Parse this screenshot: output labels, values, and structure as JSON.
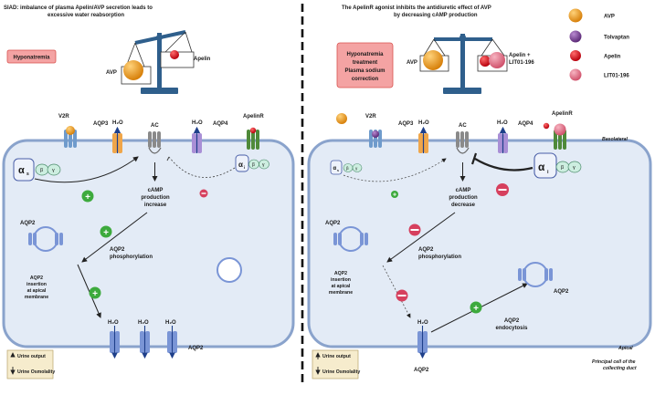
{
  "left": {
    "title_line1": "SIAD: imbalance of plasma Apelin/AVP secretion leads to",
    "title_line2": "excessive water reabsorption",
    "condition": "Hyponatremia",
    "scale_left": "AVP",
    "scale_right": "Apelin",
    "receptor_v2r": "V2R",
    "channel_aqp3": "AQP3",
    "enzyme_ac": "AC",
    "channel_aqp4": "AQP4",
    "receptor_apelinr": "ApelinR",
    "water": "H₂O",
    "alpha_s": "α",
    "alpha_s_sub": "s",
    "alpha_i": "α",
    "alpha_i_sub": "i",
    "beta": "β",
    "gamma": "γ",
    "camp_line1": "cAMP",
    "camp_line2": "production",
    "camp_line3": "increase",
    "phos_line1": "AQP2",
    "phos_line2": "phosphorylation",
    "vesicle_aqp2": "AQP2",
    "insert_line1": "AQP2",
    "insert_line2": "insertion",
    "insert_line3": "at apical",
    "insert_line4": "membrane",
    "apical_aqp2": "AQP2",
    "urine_output": "Urine output",
    "urine_osmolality": "Urine Osmolality"
  },
  "right": {
    "title_line1": "The  ApelinR agonist  inhibits the antidiuretic effect of AVP",
    "title_line2": "by decreasing cAMP production",
    "condition_line1": "Hyponatremia",
    "condition_line2": "treatment",
    "condition_line3": "Plasma sodium",
    "condition_line4": "correction",
    "scale_left": "AVP",
    "scale_right_line1": "Apelin +",
    "scale_right_line2": "LIT01-196",
    "receptor_v2r": "V2R",
    "channel_aqp3": "AQP3",
    "enzyme_ac": "AC",
    "channel_aqp4": "AQP4",
    "receptor_apelinr": "ApelinR",
    "basolateral": "Basolateral",
    "water": "H₂O",
    "alpha_s": "α",
    "alpha_s_sub": "s",
    "alpha_i": "α",
    "alpha_i_sub": "i",
    "beta": "β",
    "gamma": "γ",
    "camp_line1": "cAMP",
    "camp_line2": "production",
    "camp_line3": "decrease",
    "phos_line1": "AQP2",
    "phos_line2": "phosphorylation",
    "vesicle_aqp2": "AQP2",
    "insert_line1": "AQP2",
    "insert_line2": "insertion",
    "insert_line3": "at apical",
    "insert_line4": "membrane",
    "apical_aqp2": "AQP2",
    "endo_line1": "AQP2",
    "endo_line2": "endocytosis",
    "endo_aqp2": "AQP2",
    "apical": "Apical",
    "principal_line1": "Principal cell of the",
    "principal_line2": "collecting duct",
    "urine_output": "Urine output",
    "urine_osmolality": "Urine Osmolality"
  },
  "legend": {
    "items": [
      {
        "label": "AVP",
        "color": "#e8920f"
      },
      {
        "label": "Tolvaptan",
        "color": "#7a3c96"
      },
      {
        "label": "Apelin",
        "color": "#d8101a"
      },
      {
        "label": "LIT01-196",
        "color": "#e36f86"
      }
    ]
  },
  "colors": {
    "cell_fill": "#e3ebf6",
    "cell_stroke": "#8aa3cc",
    "condition_fill": "#f4a3a3",
    "condition_stroke": "#d9534f",
    "urine_fill": "#f6eccd",
    "plus": "#3daa3d",
    "minus": "#d6405e",
    "aqp3": "#f0a64a",
    "aqp4": "#a98fd6",
    "apelinr": "#4f8a3a",
    "v2r": "#6f9bcc",
    "aqp2": "#7a95d6"
  }
}
